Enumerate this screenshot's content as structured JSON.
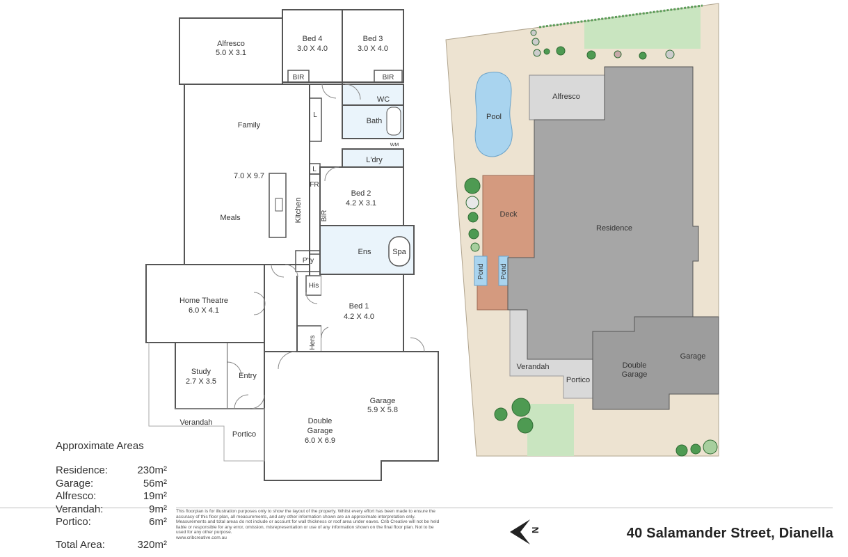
{
  "floorplan": {
    "rooms": {
      "alfresco": {
        "name": "Alfresco",
        "dims": "5.0 X 3.1"
      },
      "bed4": {
        "name": "Bed 4",
        "dims": "3.0 X 4.0"
      },
      "bed3": {
        "name": "Bed 3",
        "dims": "3.0 X 4.0"
      },
      "bir1": "BIR",
      "bir2": "BIR",
      "bir3": "BIR",
      "wc": "WC",
      "bath": "Bath",
      "wm": "WM",
      "laundry": "L'dry",
      "family": "Family",
      "family_dims": "7.0 X 9.7",
      "meals": "Meals",
      "kitchen": "Kitchen",
      "linen1": "L",
      "linen2": "L",
      "fridge": "FR",
      "bed2": {
        "name": "Bed 2",
        "dims": "4.2 X 3.1"
      },
      "ensuite": "Ens",
      "spa": "Spa",
      "pantry": "P'ty",
      "his": "His",
      "hers": "Hers",
      "home_theatre": {
        "name": "Home Theatre",
        "dims": "6.0 X 4.1"
      },
      "bed1": {
        "name": "Bed 1",
        "dims": "4.2 X 4.0"
      },
      "study": {
        "name": "Study",
        "dims": "2.7 X 3.5"
      },
      "entry": "Entry",
      "garage": {
        "name": "Garage",
        "dims": "5.9 X 5.8"
      },
      "double_garage": {
        "name1": "Double",
        "name2": "Garage",
        "dims": "6.0 X 6.9"
      },
      "verandah": "Verandah",
      "portico": "Portico"
    }
  },
  "siteplan": {
    "labels": {
      "alfresco": "Alfresco",
      "pool": "Pool",
      "deck": "Deck",
      "residence": "Residence",
      "pond1": "Pond",
      "pond2": "Pond",
      "verandah": "Verandah",
      "portico": "Portico",
      "double_garage1": "Double",
      "double_garage2": "Garage",
      "garage": "Garage"
    },
    "colors": {
      "land": "#ede3d1",
      "building": "#a6a6a6",
      "alfresco": "#d9d9d9",
      "pool": "#a9d4ef",
      "deck": "#d49a7f",
      "lawn": "#c9e5c0",
      "shrub": "#4e9a52"
    }
  },
  "areas": {
    "title": "Approximate Areas",
    "rows": [
      {
        "label": "Residence:",
        "value": "230m²"
      },
      {
        "label": "Garage:",
        "value": "56m²"
      },
      {
        "label": "Alfresco:",
        "value": "19m²"
      },
      {
        "label": "Verandah:",
        "value": "9m²"
      },
      {
        "label": "Portico:",
        "value": "6m²"
      }
    ],
    "total": {
      "label": "Total Area:",
      "value": "320m²"
    }
  },
  "disclaimer": "This floorplan is for illustration purposes only to show the layout of the property. Whilst every effort has been made to ensure the accuracy of this floor plan, all measurements, and any other information shown are an approximate interpretation only. Measurements and total areas do not include or account for wall thickness or roof area under eaves. Crib Creative will not be held liable or responsible for any error, omission, misrepresentation or use of any information shown on the final floor plan. Not to be used for any other purpose.",
  "website": "www.cribcreative.com.au",
  "compass": "N",
  "address": "40 Salamander Street, Dianella"
}
